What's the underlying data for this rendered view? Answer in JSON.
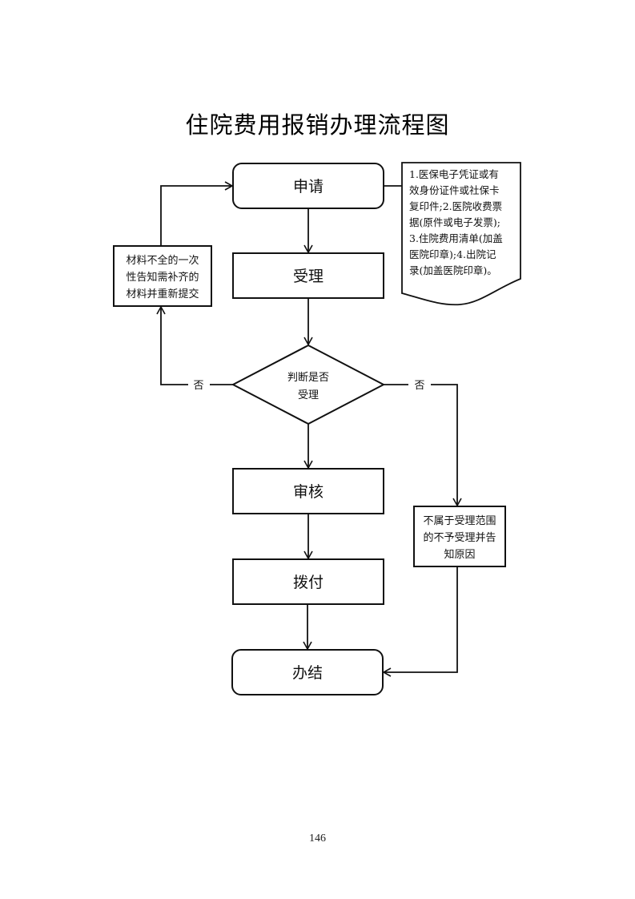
{
  "title": "住院费用报销办理流程图",
  "nodes": {
    "apply": "申请",
    "accept": "受理",
    "decision": [
      "判断是否",
      "受理"
    ],
    "review": "审核",
    "payment": "拨付",
    "complete": "办结",
    "incomplete_materials": [
      "材料不全的一次",
      "性告知需补齐的",
      "材料并重新提交"
    ],
    "out_of_scope": [
      "不属于受理范围",
      "的不予受理并告",
      "知原因"
    ],
    "required_documents": [
      "1.医保电子凭证或有",
      "效身份证件或社保卡",
      "复印件;2.医院收费票",
      "据(原件或电子发票);",
      "3.住院费用清单(加盖",
      "医院印章);4.出院记",
      "录(加盖医院印章)。"
    ]
  },
  "edge_labels": {
    "no_left": "否",
    "no_right": "否"
  },
  "page_number": "146"
}
